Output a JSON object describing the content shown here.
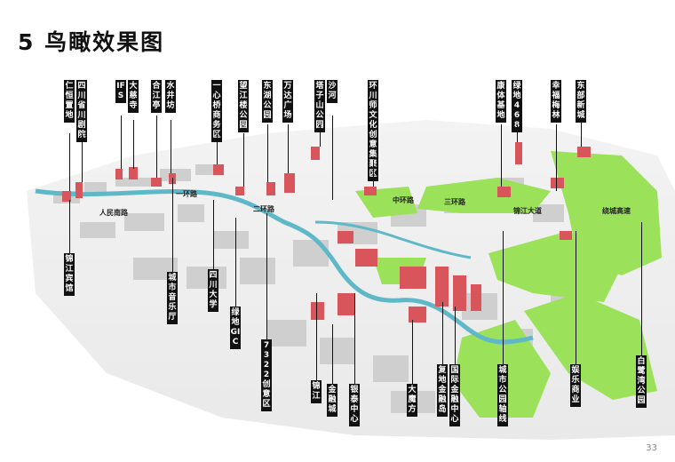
{
  "page": {
    "title": "5 鸟瞰效果图",
    "page_number": "33"
  },
  "colors": {
    "river": "#5fb8c8",
    "green": "#9be15a",
    "highlight": "#d9555c",
    "building": "#d6d6d6"
  },
  "labels_top": [
    "仁恒置地",
    "四川省川剧院",
    "IFS",
    "大慈寺",
    "合江亭",
    "水井坊",
    "一心桥商务区",
    "望江楼公园",
    "东湖公园",
    "万达广场",
    "塔子山公园",
    "沙河",
    "环川师文化创意集聚区",
    "康体基地",
    "绿地468",
    "幸福梅林",
    "东部新城"
  ],
  "labels_bottom": [
    "锦江宾馆",
    "城市音乐厅",
    "四川大学",
    "绿地GIC",
    "7322创意区",
    "锦江",
    "金融城",
    "银泰中心",
    "大魔方",
    "复地金融岛",
    "国际金融中心",
    "城市公园轴线",
    "娱乐商业",
    "白鹭湾公园"
  ],
  "roads": [
    "人民南路",
    "一环路",
    "二环路",
    "中环路",
    "三环路",
    "锦江大道",
    "绕城高速"
  ]
}
